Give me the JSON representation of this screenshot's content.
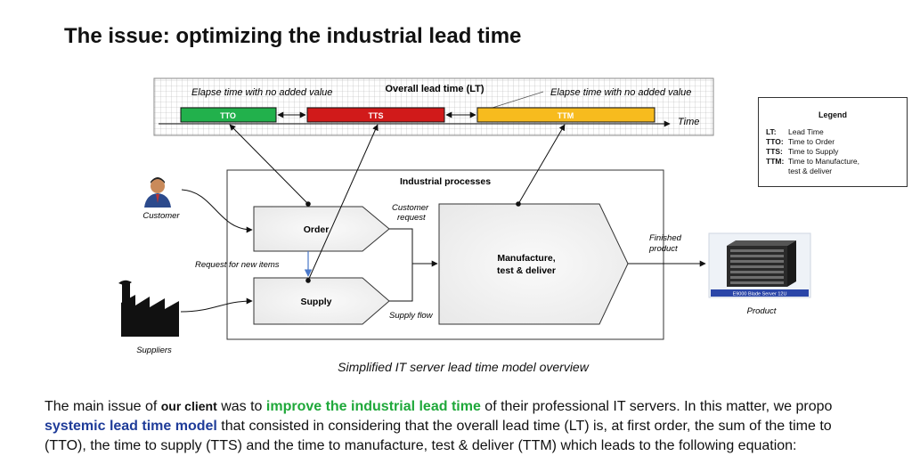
{
  "title": "The issue: optimizing the industrial lead time",
  "timeline": {
    "heading": "Overall lead time (LT)",
    "elapse_left": "Elapse time with no added value",
    "elapse_right": "Elapse time with no added value",
    "time_label": "Time",
    "bars": [
      {
        "label": "TTO",
        "color": "#22b14c"
      },
      {
        "label": "TTS",
        "color": "#d11a1a"
      },
      {
        "label": "TTM",
        "color": "#f7bb1e"
      }
    ]
  },
  "legend": {
    "title": "Legend",
    "rows": [
      {
        "key": "LT:",
        "text": "Lead Time"
      },
      {
        "key": "TTO:",
        "text": "Time to Order"
      },
      {
        "key": "TTS:",
        "text": "Time to Supply"
      },
      {
        "key": "TTM:",
        "text": "Time to Manufacture,"
      },
      {
        "key": "",
        "text": "test & deliver"
      }
    ]
  },
  "process": {
    "heading": "Industrial processes",
    "order": "Order",
    "supply": "Supply",
    "manufacture_line1": "Manufacture,",
    "manufacture_line2": "test & deliver",
    "customer_request_line1": "Customer",
    "customer_request_line2": "request",
    "request_new_items": "Request for new items",
    "supply_flow": "Supply flow",
    "finished_line1": "Finished",
    "finished_line2": "product"
  },
  "actors": {
    "customer": "Customer",
    "suppliers": "Suppliers",
    "product": "Product",
    "product_plate": "E9000 Blade Server 12U"
  },
  "caption": "Simplified IT server lead time model overview",
  "paragraph": {
    "l1_a": "The main issue of ",
    "l1_client": "our client",
    "l1_b": " was to ",
    "l1_green": "improve the industrial lead time",
    "l1_c": " of their professional IT servers. In this matter, we propo",
    "l2_blue": "systemic lead time model",
    "l2_b": " that consisted in considering that the overall lead time (LT) is, at first order, the sum of the time to",
    "l3": "(TTO), the time to supply (TTS) and  the time to manufacture, test & deliver (TTM) which leads to the following equation:"
  }
}
